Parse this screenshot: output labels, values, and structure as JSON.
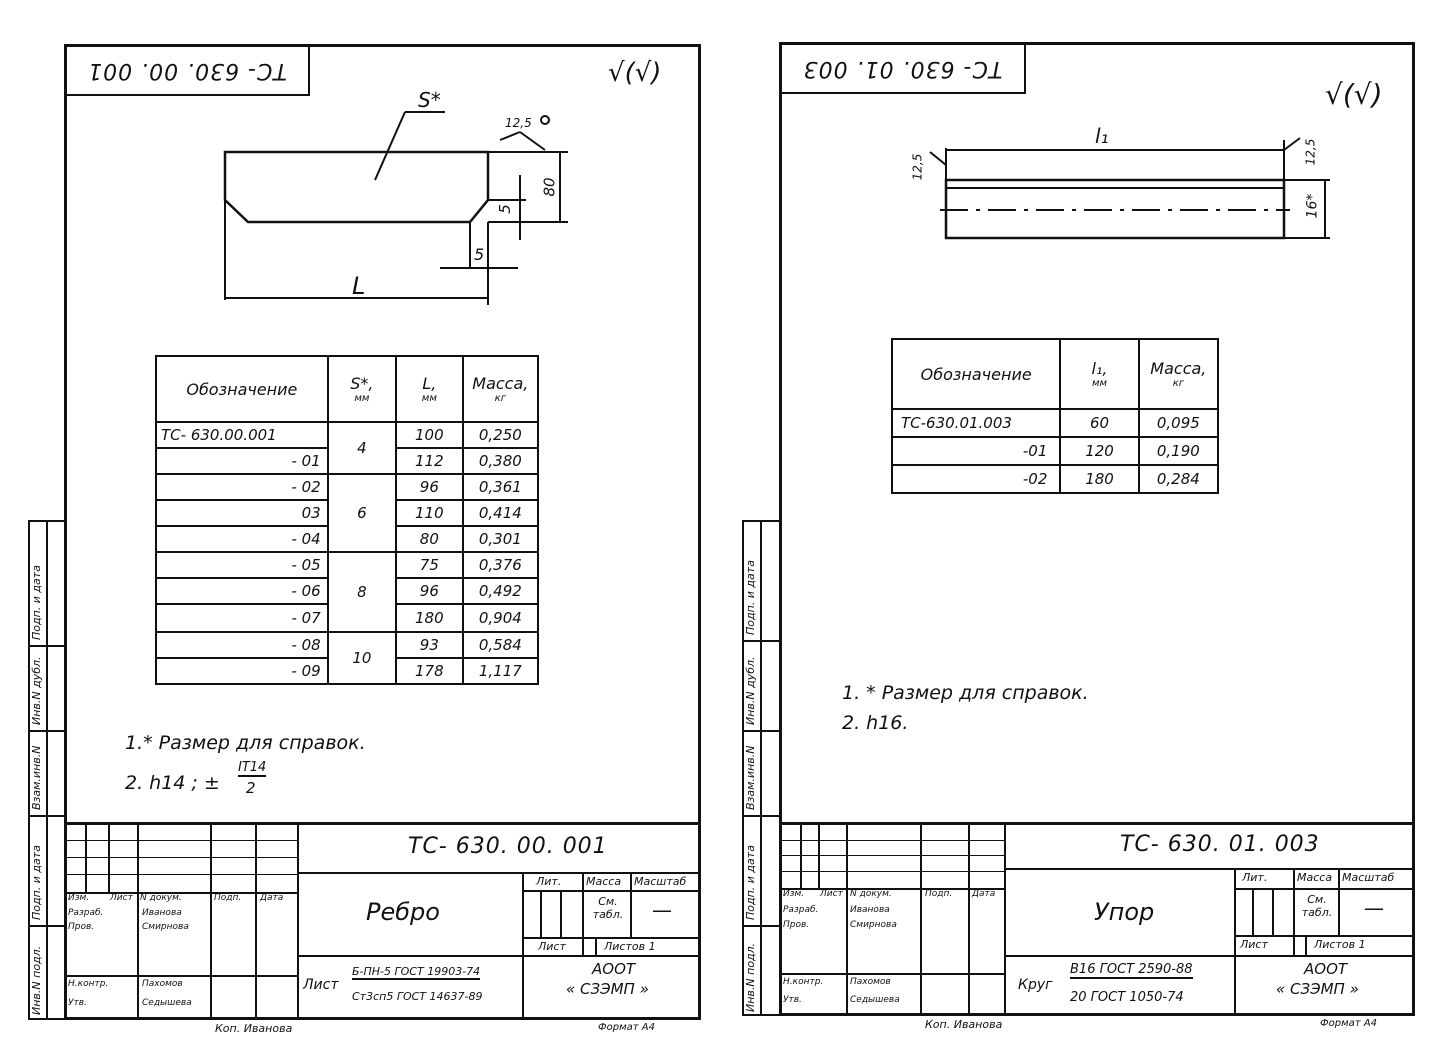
{
  "left": {
    "corner_stamp": "ТС- 630. 00. 001",
    "roughness": "√(√)",
    "dims": {
      "s": "S*",
      "r": "12,5",
      "h80": "80",
      "v5": "5",
      "h5": "5",
      "L": "L"
    },
    "table": {
      "headers": [
        "Обозначение",
        "S*,",
        "мм",
        "L,",
        "мм",
        "Масса,",
        "кг"
      ],
      "rows": [
        {
          "d": "ТС- 630.00.001",
          "s": "4",
          "l": "100",
          "m": "0,250"
        },
        {
          "d": "- 01",
          "s": "",
          "l": "112",
          "m": "0,380"
        },
        {
          "d": "- 02",
          "s": "6",
          "l": "96",
          "m": "0,361"
        },
        {
          "d": "03",
          "s": "",
          "l": "110",
          "m": "0,414"
        },
        {
          "d": "- 04",
          "s": "",
          "l": "80",
          "m": "0,301"
        },
        {
          "d": "- 05",
          "s": "8",
          "l": "75",
          "m": "0,376"
        },
        {
          "d": "- 06",
          "s": "",
          "l": "96",
          "m": "0,492"
        },
        {
          "d": "- 07",
          "s": "",
          "l": "180",
          "m": "0,904"
        },
        {
          "d": "- 08",
          "s": "10",
          "l": "93",
          "m": "0,584"
        },
        {
          "d": "- 09",
          "s": "",
          "l": "178",
          "m": "1,117"
        }
      ]
    },
    "notes": [
      "1.* Размер для справок.",
      "2. h14 ; ±",
      "IT14",
      "2"
    ],
    "title_block": {
      "designation": "ТС- 630. 00. 001",
      "name": "Ребро",
      "material_prefix": "Лист",
      "material_top": "Б-ПН-5 ГОСТ 19903-74",
      "material_bottom": "Ст3сп5 ГОСТ 14637-89",
      "lit": "Лит.",
      "mass": "Масса",
      "scale": "Масштаб",
      "sm_tabl": "См. табл.",
      "dash": "—",
      "list": "Лист",
      "listov": "Листов 1",
      "org1": "АООТ",
      "org2": "« СЗЭМП »",
      "roles": [
        "Изм.",
        "Лист",
        "N докум.",
        "Подп.",
        "Дата"
      ],
      "people": [
        {
          "role": "Разраб.",
          "name": "Иванова"
        },
        {
          "role": "Пров.",
          "name": "Смирнова"
        },
        {
          "role": "Н.контр.",
          "name": "Пахомов"
        },
        {
          "role": "Утв.",
          "name": "Седышева"
        }
      ],
      "copied": "Коп. Иванова",
      "format": "Формат А4"
    },
    "side_labels": [
      "Подп. и дата",
      "Инв.N дубл.",
      "Взам.инв.N",
      "Подп. и дата",
      "Инв.N подл."
    ]
  },
  "right": {
    "corner_stamp": "ТС- 630. 01. 003",
    "roughness": "√(√)",
    "dims": {
      "l1": "l₁",
      "r1": "12,5",
      "r2": "12,5",
      "d": "16*"
    },
    "table": {
      "headers": [
        "Обозначение",
        "l₁,",
        "мм",
        "Масса,",
        "кг"
      ],
      "rows": [
        {
          "d": "ТС-630.01.003",
          "l": "60",
          "m": "0,095"
        },
        {
          "d": "-01",
          "l": "120",
          "m": "0,190"
        },
        {
          "d": "-02",
          "l": "180",
          "m": "0,284"
        }
      ]
    },
    "notes": [
      "1. * Размер для справок.",
      "2. h16."
    ],
    "title_block": {
      "designation": "ТС- 630. 01. 003",
      "name": "Упор",
      "material_prefix": "Круг",
      "material_top": "В16 ГОСТ 2590-88",
      "material_bottom": "20 ГОСТ 1050-74",
      "lit": "Лит.",
      "mass": "Масса",
      "scale": "Масштаб",
      "sm_tabl": "См. табл.",
      "dash": "—",
      "list": "Лист",
      "listov": "Листов 1",
      "org1": "АООТ",
      "org2": "« СЗЭМП »",
      "roles": [
        "Изм.",
        "Лист",
        "N докум.",
        "Подп.",
        "Дата"
      ],
      "people": [
        {
          "role": "Разраб.",
          "name": "Иванова"
        },
        {
          "role": "Пров.",
          "name": "Смирнова"
        },
        {
          "role": "Н.контр.",
          "name": "Пахомов"
        },
        {
          "role": "Утв.",
          "name": "Седышева"
        }
      ],
      "copied": "Коп. Иванова",
      "format": "Формат А4"
    },
    "side_labels": [
      "Подп. и дата",
      "Инв.N дубл.",
      "Взам.инв.N",
      "Подп. и дата",
      "Инв.N подл."
    ]
  }
}
